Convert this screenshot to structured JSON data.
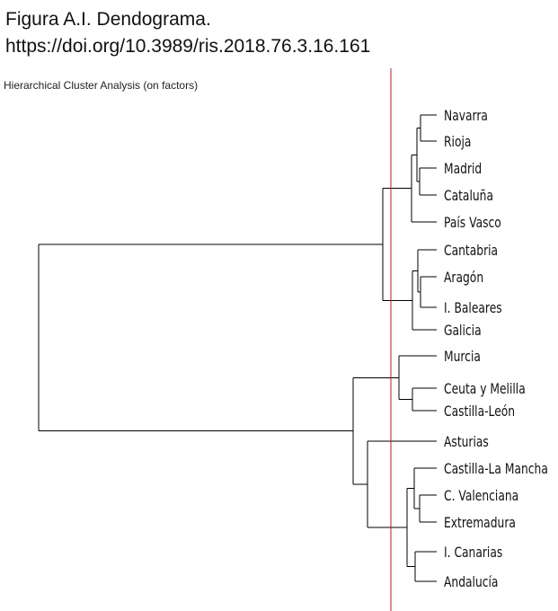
{
  "figure": {
    "caption_line1": "Figura A.I. Dendograma.",
    "caption_line2": "https://doi.org/10.3989/ris.2018.76.3.16.161",
    "subtitle": "Hierarchical Cluster Analysis (on factors)"
  },
  "dendrogram": {
    "line_color": "#000000",
    "cut_line_color": "#b02020",
    "leaves": [
      "Navarra",
      "Rioja",
      "Madrid",
      "Cataluña",
      "País Vasco",
      "Cantabria",
      "Aragón",
      "I. Baleares",
      "Galicia",
      "Murcia",
      "Ceuta y Melilla",
      "Castilla-León",
      "Asturias",
      "Castilla-La Mancha",
      "C. Valenciana",
      "Extremadura",
      "I. Canarias",
      "Andalucía"
    ]
  }
}
